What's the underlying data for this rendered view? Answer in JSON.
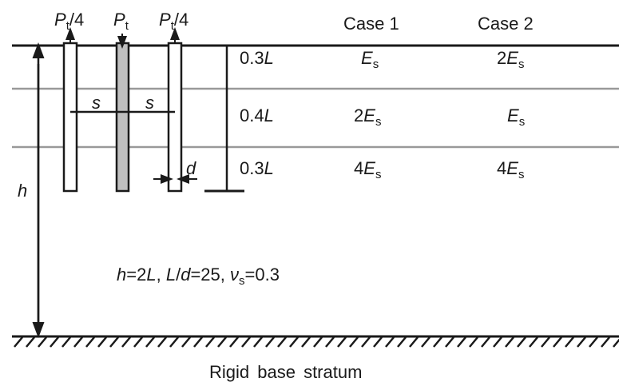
{
  "loads": {
    "left": {
      "sym": "P",
      "sub": "t",
      "suffix": "/4"
    },
    "center": {
      "sym": "P",
      "sub": "t",
      "suffix": ""
    },
    "right": {
      "sym": "P",
      "sub": "t",
      "suffix": "/4"
    }
  },
  "headers": {
    "case1": "Case 1",
    "case2": "Case 2"
  },
  "layers": [
    {
      "thickness": "0.3",
      "case1_coef": "",
      "case2_coef": "2"
    },
    {
      "thickness": "0.4",
      "case1_coef": "2",
      "case2_coef": ""
    },
    {
      "thickness": "0.3",
      "case1_coef": "4",
      "case2_coef": "4"
    }
  ],
  "symbols": {
    "L": "L",
    "E": "E",
    "Es_sub": "s",
    "s": "s",
    "d": "d",
    "h": "h"
  },
  "params": {
    "h": "h",
    "eq1": "=2",
    "L": "L",
    "comma": ", ",
    "L2": "L",
    "slash": "/",
    "d": "d",
    "eq2": "=25, ",
    "nu": "ν",
    "nu_sub": "s",
    "eq3": "=0.3"
  },
  "base_label": "Rigid base stratum",
  "colors": {
    "line": "#1a1a1a",
    "layer": "#999999",
    "pile_center": "#bfbfbf"
  }
}
